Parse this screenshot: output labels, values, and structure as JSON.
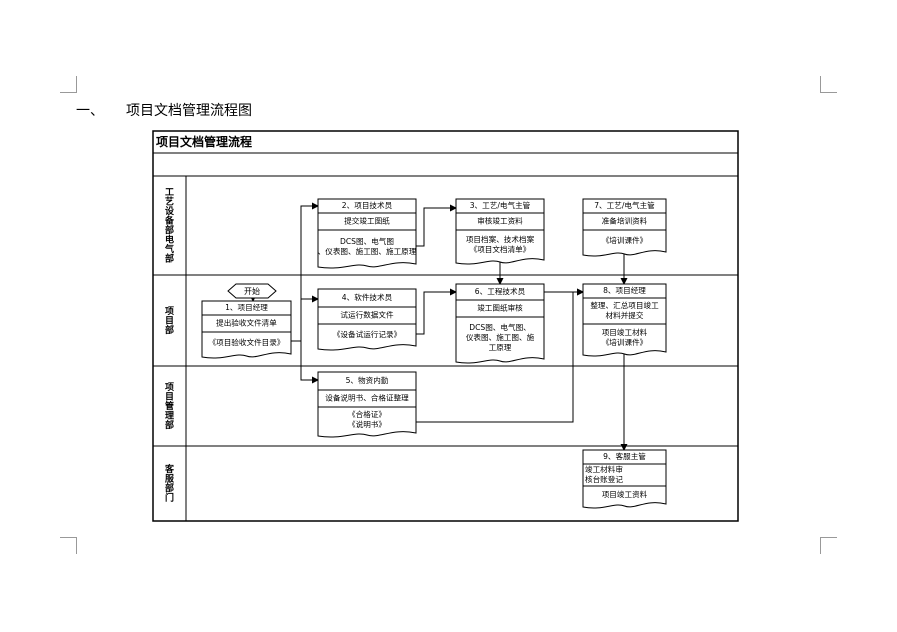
{
  "heading": {
    "number": "一、",
    "title": "项目文档管理流程图"
  },
  "chart": {
    "title": "项目文档管理流程"
  },
  "lanes": [
    {
      "label": "工艺设备部电气部"
    },
    {
      "label": "项目部"
    },
    {
      "label": "项目管理部"
    },
    {
      "label": "客服部门"
    }
  ],
  "start": "开始",
  "boxes": [
    {
      "header": "1、项目经理",
      "task": "提出验收文件清单",
      "doc": "《项目验收文件目录》"
    },
    {
      "header": "2、项目技术员",
      "task": "提交竣工图纸",
      "doc": "DCS图、电气图、仪表图、施工图、施工原理"
    },
    {
      "header": "3、工艺/电气主管",
      "task": "审核竣工资料",
      "doc": "项目档案、技术档案《项目文档清单》"
    },
    {
      "header": "4、软件技术员",
      "task": "试运行数据文件",
      "doc": "《设备试运行记录》"
    },
    {
      "header": "5、物资内勤",
      "task": "设备说明书、合格证整理",
      "doc": "《合格证》《说明书》"
    },
    {
      "header": "6、工程技术员",
      "task": "竣工图纸审核",
      "doc": "DCS图、电气图、仪表图、施工图、施工原理"
    },
    {
      "header": "7、工艺/电气主管",
      "task": "准备培训资料",
      "doc": "《培训课件》"
    },
    {
      "header": "8、项目经理",
      "task": "整理、汇总项目竣工材料并提交",
      "doc": "项目竣工材料《培训课件》"
    },
    {
      "header": "9、客服主管",
      "task": "竣工材料审核台账登记",
      "doc": "项目竣工资料"
    }
  ]
}
